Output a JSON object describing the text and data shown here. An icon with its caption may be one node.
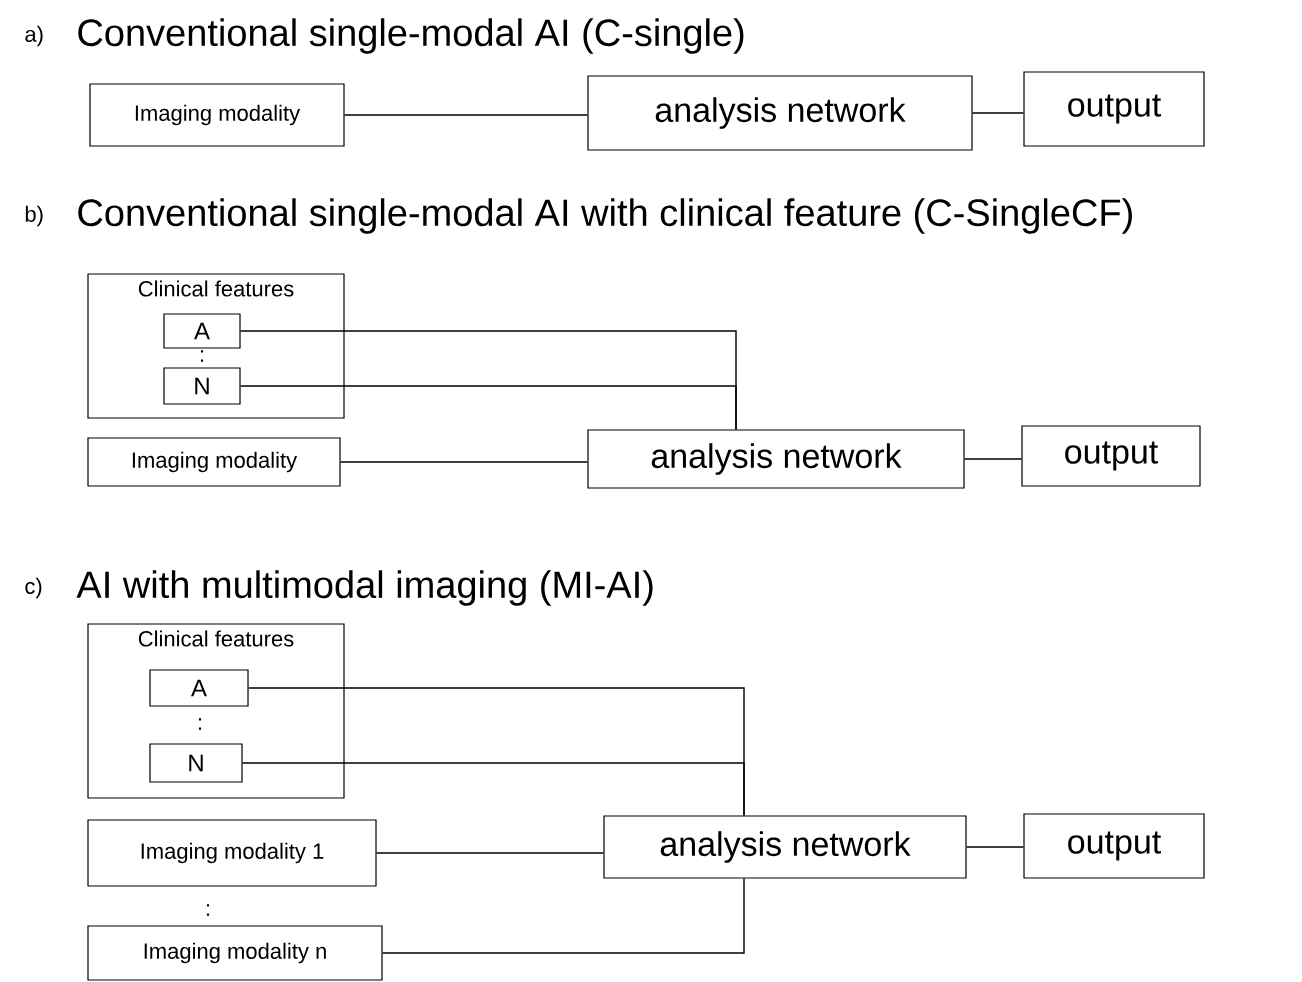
{
  "diagram": {
    "nodes": [
      {
        "text": [
          "Imaging modality"
        ]
      },
      {
        "text": [
          "analysis network"
        ]
      },
      {
        "text": [
          "output"
        ]
      },
      {
        "text": [
          "Clinical features"
        ]
      },
      {
        "text": [
          "A"
        ],
        "in": 3
      },
      {
        "text": [
          "N"
        ],
        "in": 3
      },
      {
        "text": [
          "Imaging modality"
        ]
      },
      {
        "text": [
          "analysis network"
        ]
      },
      {
        "text": [
          "output"
        ]
      },
      {
        "text": [
          "Clinical features"
        ]
      },
      {
        "text": [
          "A"
        ],
        "in": 9
      },
      {
        "text": [
          "N"
        ],
        "in": 9
      },
      {
        "text": [
          "Imaging modality 1"
        ]
      },
      {
        "text": [
          "Imaging modality n"
        ]
      },
      {
        "text": [
          "analysis network"
        ]
      },
      {
        "text": [
          "output"
        ]
      }
    ],
    "edges": [
      {
        "from": 0,
        "to": 1,
        "arrow": "none"
      },
      {
        "from": 1,
        "to": 2,
        "arrow": "none"
      },
      {
        "from": 4,
        "to": 7,
        "arrow": "none"
      },
      {
        "from": 5,
        "to": 7,
        "arrow": "none"
      },
      {
        "from": 6,
        "to": 7,
        "arrow": "none"
      },
      {
        "from": 7,
        "to": 8,
        "arrow": "none"
      },
      {
        "from": 10,
        "to": 14,
        "arrow": "none"
      },
      {
        "from": 11,
        "to": 14,
        "arrow": "none"
      },
      {
        "from": 12,
        "to": 14,
        "arrow": "none"
      },
      {
        "from": 13,
        "to": 14,
        "arrow": "none"
      },
      {
        "from": 14,
        "to": 15,
        "arrow": "none"
      }
    ],
    "labels": [
      "a)",
      "Conventional single-modal AI (C-single)",
      "b)",
      "Conventional single-modal AI with clinical feature (C-SingleCF)",
      ":",
      "c)",
      "AI with multimodal imaging (MI-AI)",
      ":",
      ":"
    ]
  }
}
